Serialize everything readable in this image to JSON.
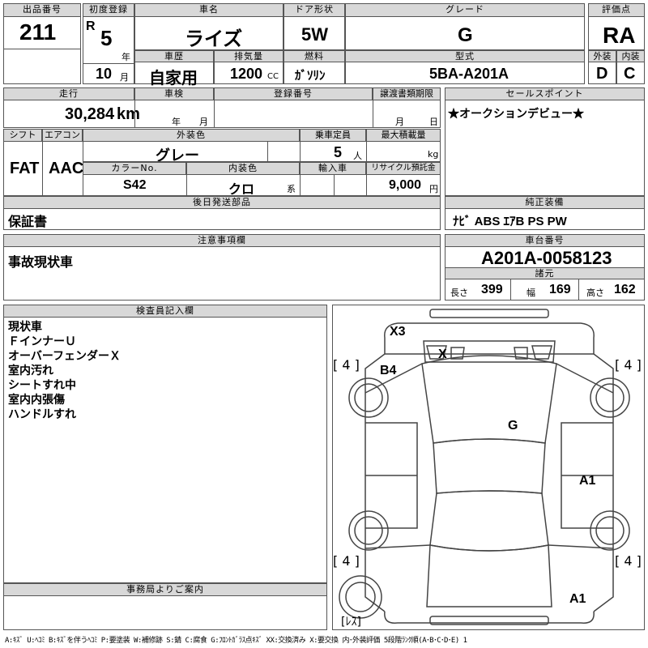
{
  "header": {
    "lot_label": "出品番号",
    "lot_value": "211",
    "first_reg_label": "初度登録",
    "era": "R",
    "year_value": "5",
    "year_unit": "年",
    "month_value": "10",
    "month_unit": "月",
    "car_name_label": "車名",
    "car_name_value": "ライズ",
    "door_label": "ドア形状",
    "door_value": "5W",
    "grade_label": "グレード",
    "grade_value": "G",
    "score_label": "評価点",
    "score_value": "RA",
    "history_label": "車歴",
    "history_value": "自家用",
    "displacement_label": "排気量",
    "displacement_value": "1200",
    "displacement_unit": "CC",
    "fuel_label": "燃料",
    "fuel_value": "ｶﾞｿﾘﾝ",
    "model_label": "型式",
    "model_value": "5BA-A201A",
    "exterior_label": "外装",
    "exterior_value": "D",
    "interior_label": "内装",
    "interior_value": "C"
  },
  "row2": {
    "mileage_label": "走行",
    "mileage_value": "30,284",
    "mileage_unit": "km",
    "inspection_label": "車検",
    "inspection_year_unit": "年",
    "inspection_month_unit": "月",
    "reg_no_label": "登録番号",
    "transfer_label": "譲渡書類期限",
    "transfer_month_unit": "月",
    "transfer_day_unit": "日",
    "sales_point_label": "セールスポイント",
    "sales_point_value": "★オークションデビュー★"
  },
  "row3": {
    "shift_label": "シフト",
    "shift_value": "FAT",
    "ac_label": "エアコン",
    "ac_value": "AAC",
    "ext_color_label": "外装色",
    "ext_color_value": "グレー",
    "capacity_label": "乗車定員",
    "capacity_value": "5",
    "capacity_unit": "人",
    "max_load_label": "最大積載量",
    "max_load_unit": "kg",
    "color_no_label": "カラーNo.",
    "color_no_value": "S42",
    "int_color_label": "内装色",
    "int_color_value": "クロ",
    "int_color_unit": "系",
    "import_label": "輸入車",
    "recycle_label": "リサイクル預託金",
    "recycle_value": "9,000",
    "recycle_unit": "円"
  },
  "row4": {
    "later_parts_label": "後日発送部品",
    "later_parts_value": "保証書",
    "equipment_label": "純正装備",
    "equipment_value": "ﾅﾋﾞ ABS ｴｱB PS PW"
  },
  "row5": {
    "notes_label": "注意事項欄",
    "notes_value": "事故現状車",
    "chassis_label": "車台番号",
    "chassis_value": "A201A-0058123",
    "dims_label": "諸元",
    "length_label": "長さ",
    "length_value": "399",
    "width_label": "幅",
    "width_value": "169",
    "height_label": "高さ",
    "height_value": "162"
  },
  "inspector": {
    "label": "検査員記入欄",
    "lines": [
      "現状車",
      "ＦインナーＵ",
      "オーバーフェンダーＸ",
      "室内汚れ",
      "シートすれ中",
      "室内内張傷",
      "ハンドルすれ"
    ]
  },
  "office": {
    "label": "事務局よりご案内"
  },
  "diagram": {
    "tire_fl": "[ 4 ]",
    "tire_fr": "[ 4 ]",
    "tire_rl": "[ 4 ]",
    "tire_rr": "[ 4 ]",
    "spare": "[ﾚｽ]",
    "mark_x3": "X3",
    "mark_x": "X",
    "mark_b4": "B4",
    "mark_g": "G",
    "mark_a1_right": "A1",
    "mark_a1_rear": "A1"
  },
  "legend": "A:ｷｽﾞ U:ﾍｺﾐ B:ｷｽﾞを伴うﾍｺﾐ P:要塗装 W:補修跡 S:錆 C:腐食 G:ﾌﾛﾝﾄｶﾞﾗｽ点ｷｽﾞ XX:交換済み X:要交換 内･外装評価 5段階ﾗﾝｸ順(A･B･C･D･E) 1"
}
